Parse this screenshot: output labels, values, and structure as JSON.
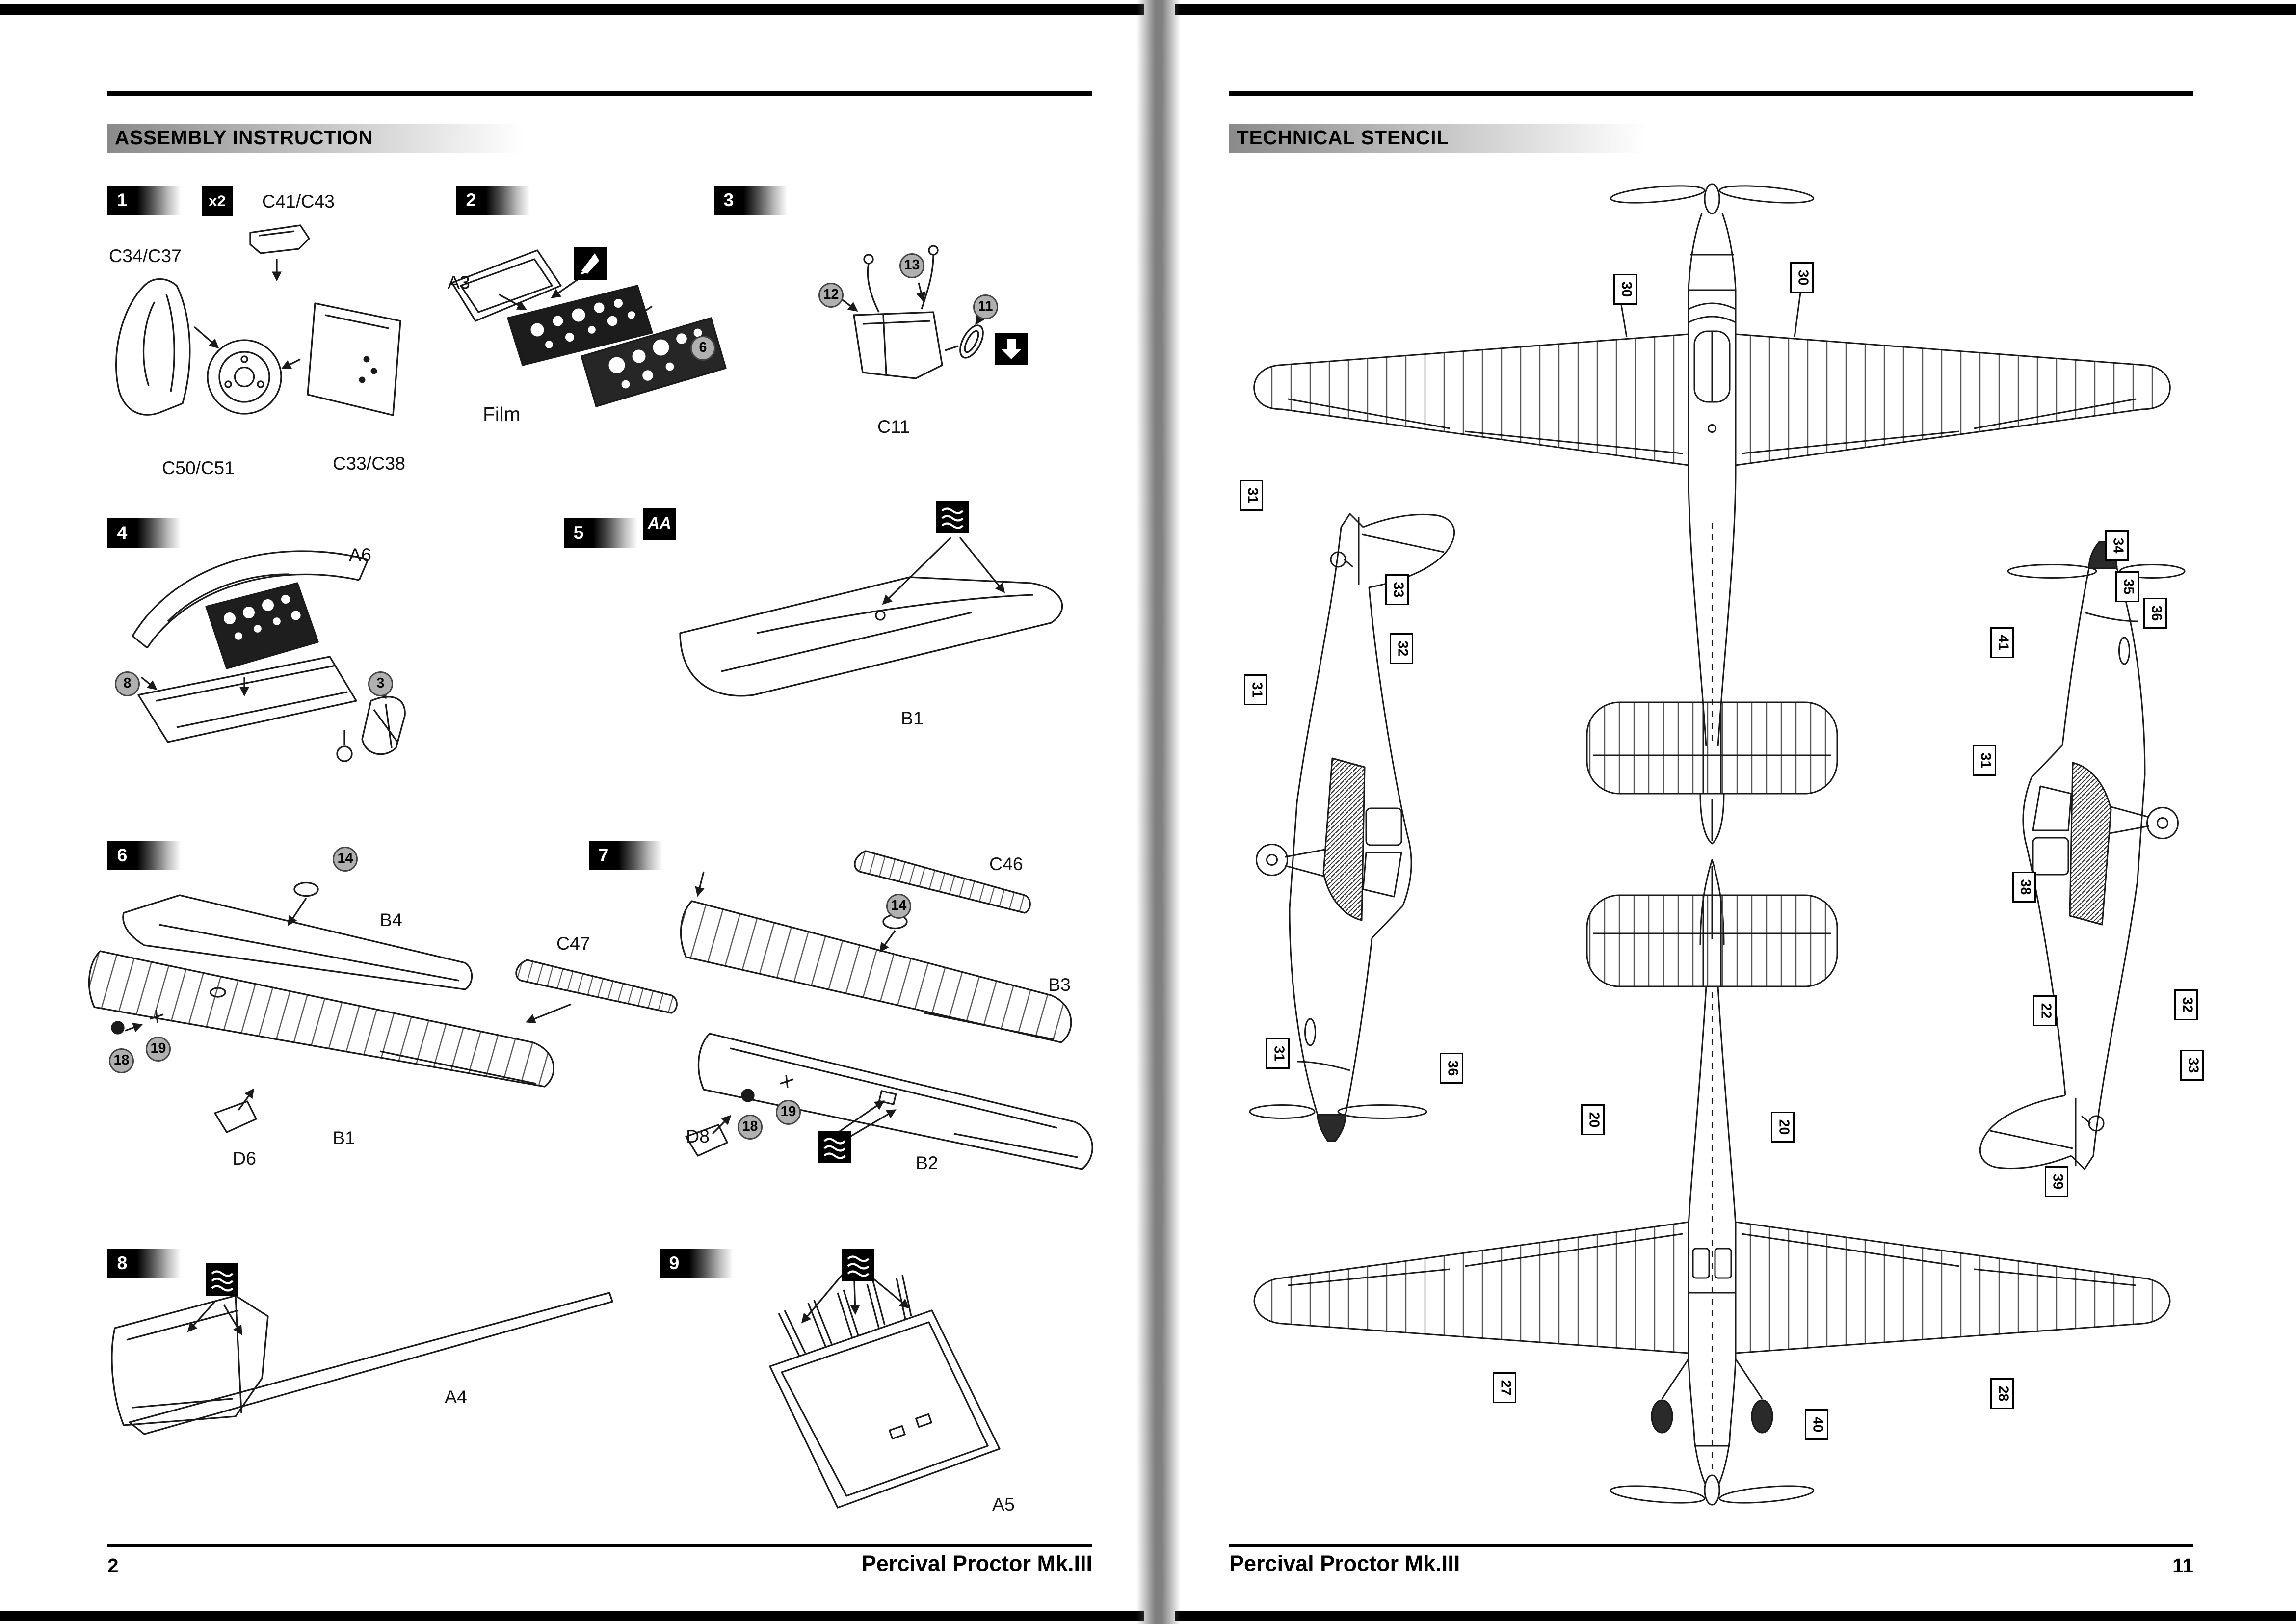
{
  "left": {
    "header": "ASSEMBLY INSTRUCTION",
    "page_number": "2",
    "footer_title": "Percival Proctor Mk.III",
    "steps": [
      {
        "num": "1",
        "multiplier": "x2",
        "labels": [
          "C41/C43",
          "C34/C37",
          "C50/C51",
          "C33/C38"
        ],
        "callouts": []
      },
      {
        "num": "2",
        "labels": [
          "A3",
          "Film"
        ],
        "callouts": [
          "6"
        ]
      },
      {
        "num": "3",
        "labels": [
          "C11"
        ],
        "callouts": [
          "12",
          "13",
          "11"
        ]
      },
      {
        "num": "4",
        "labels": [
          "A6"
        ],
        "callouts": [
          "8",
          "3"
        ]
      },
      {
        "num": "5",
        "labels": [
          "B1"
        ],
        "callouts": []
      },
      {
        "num": "6",
        "labels": [
          "B4",
          "C47",
          "B1",
          "D6"
        ],
        "callouts": [
          "14",
          "18",
          "19"
        ]
      },
      {
        "num": "7",
        "labels": [
          "C46",
          "B3",
          "B2",
          "D8"
        ],
        "callouts": [
          "14",
          "18",
          "19"
        ]
      },
      {
        "num": "8",
        "labels": [
          "A4"
        ],
        "callouts": []
      },
      {
        "num": "9",
        "labels": [
          "A5"
        ],
        "callouts": []
      }
    ],
    "icons": {
      "aa_label": "AA"
    }
  },
  "right": {
    "header": "TECHNICAL STENCIL",
    "page_number": "11",
    "footer_title": "Percival Proctor Mk.III",
    "callouts": [
      "30",
      "30",
      "31",
      "33",
      "32",
      "31",
      "34",
      "35",
      "36",
      "41",
      "31",
      "38",
      "22",
      "32",
      "33",
      "31",
      "36",
      "20",
      "20",
      "39",
      "27",
      "40",
      "28"
    ]
  }
}
